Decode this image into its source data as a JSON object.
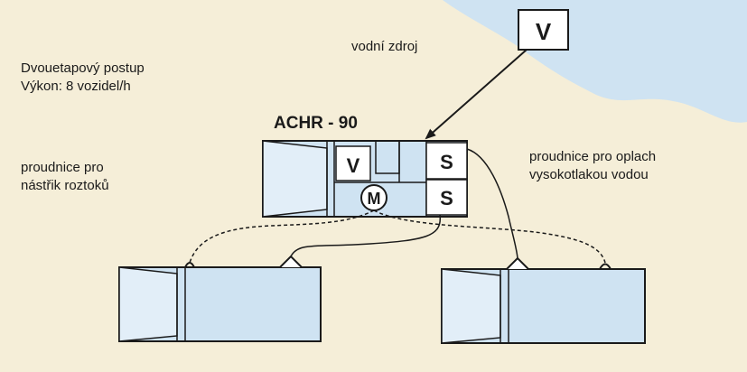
{
  "diagram": {
    "title": "ACHR - 90",
    "info_lines": [
      "Dvouetapový postup",
      "Výkon: 8 vozidel/h"
    ],
    "water_source_label": "vodní zdroj",
    "left_nozzle_lines": [
      "proudnice pro",
      "nástřik roztoků"
    ],
    "right_nozzle_lines": [
      "proudnice pro oplach",
      "vysokotlakou vodou"
    ],
    "symbols": {
      "source_valve": "V",
      "unit_valve": "V",
      "motor": "M",
      "outlet_top": "S",
      "outlet_bottom": "S"
    },
    "colors": {
      "background": "#f5eed8",
      "water": "#cfe3f2",
      "vehicle_body": "#cfe3f2",
      "stroke": "#1a1a1a"
    }
  }
}
